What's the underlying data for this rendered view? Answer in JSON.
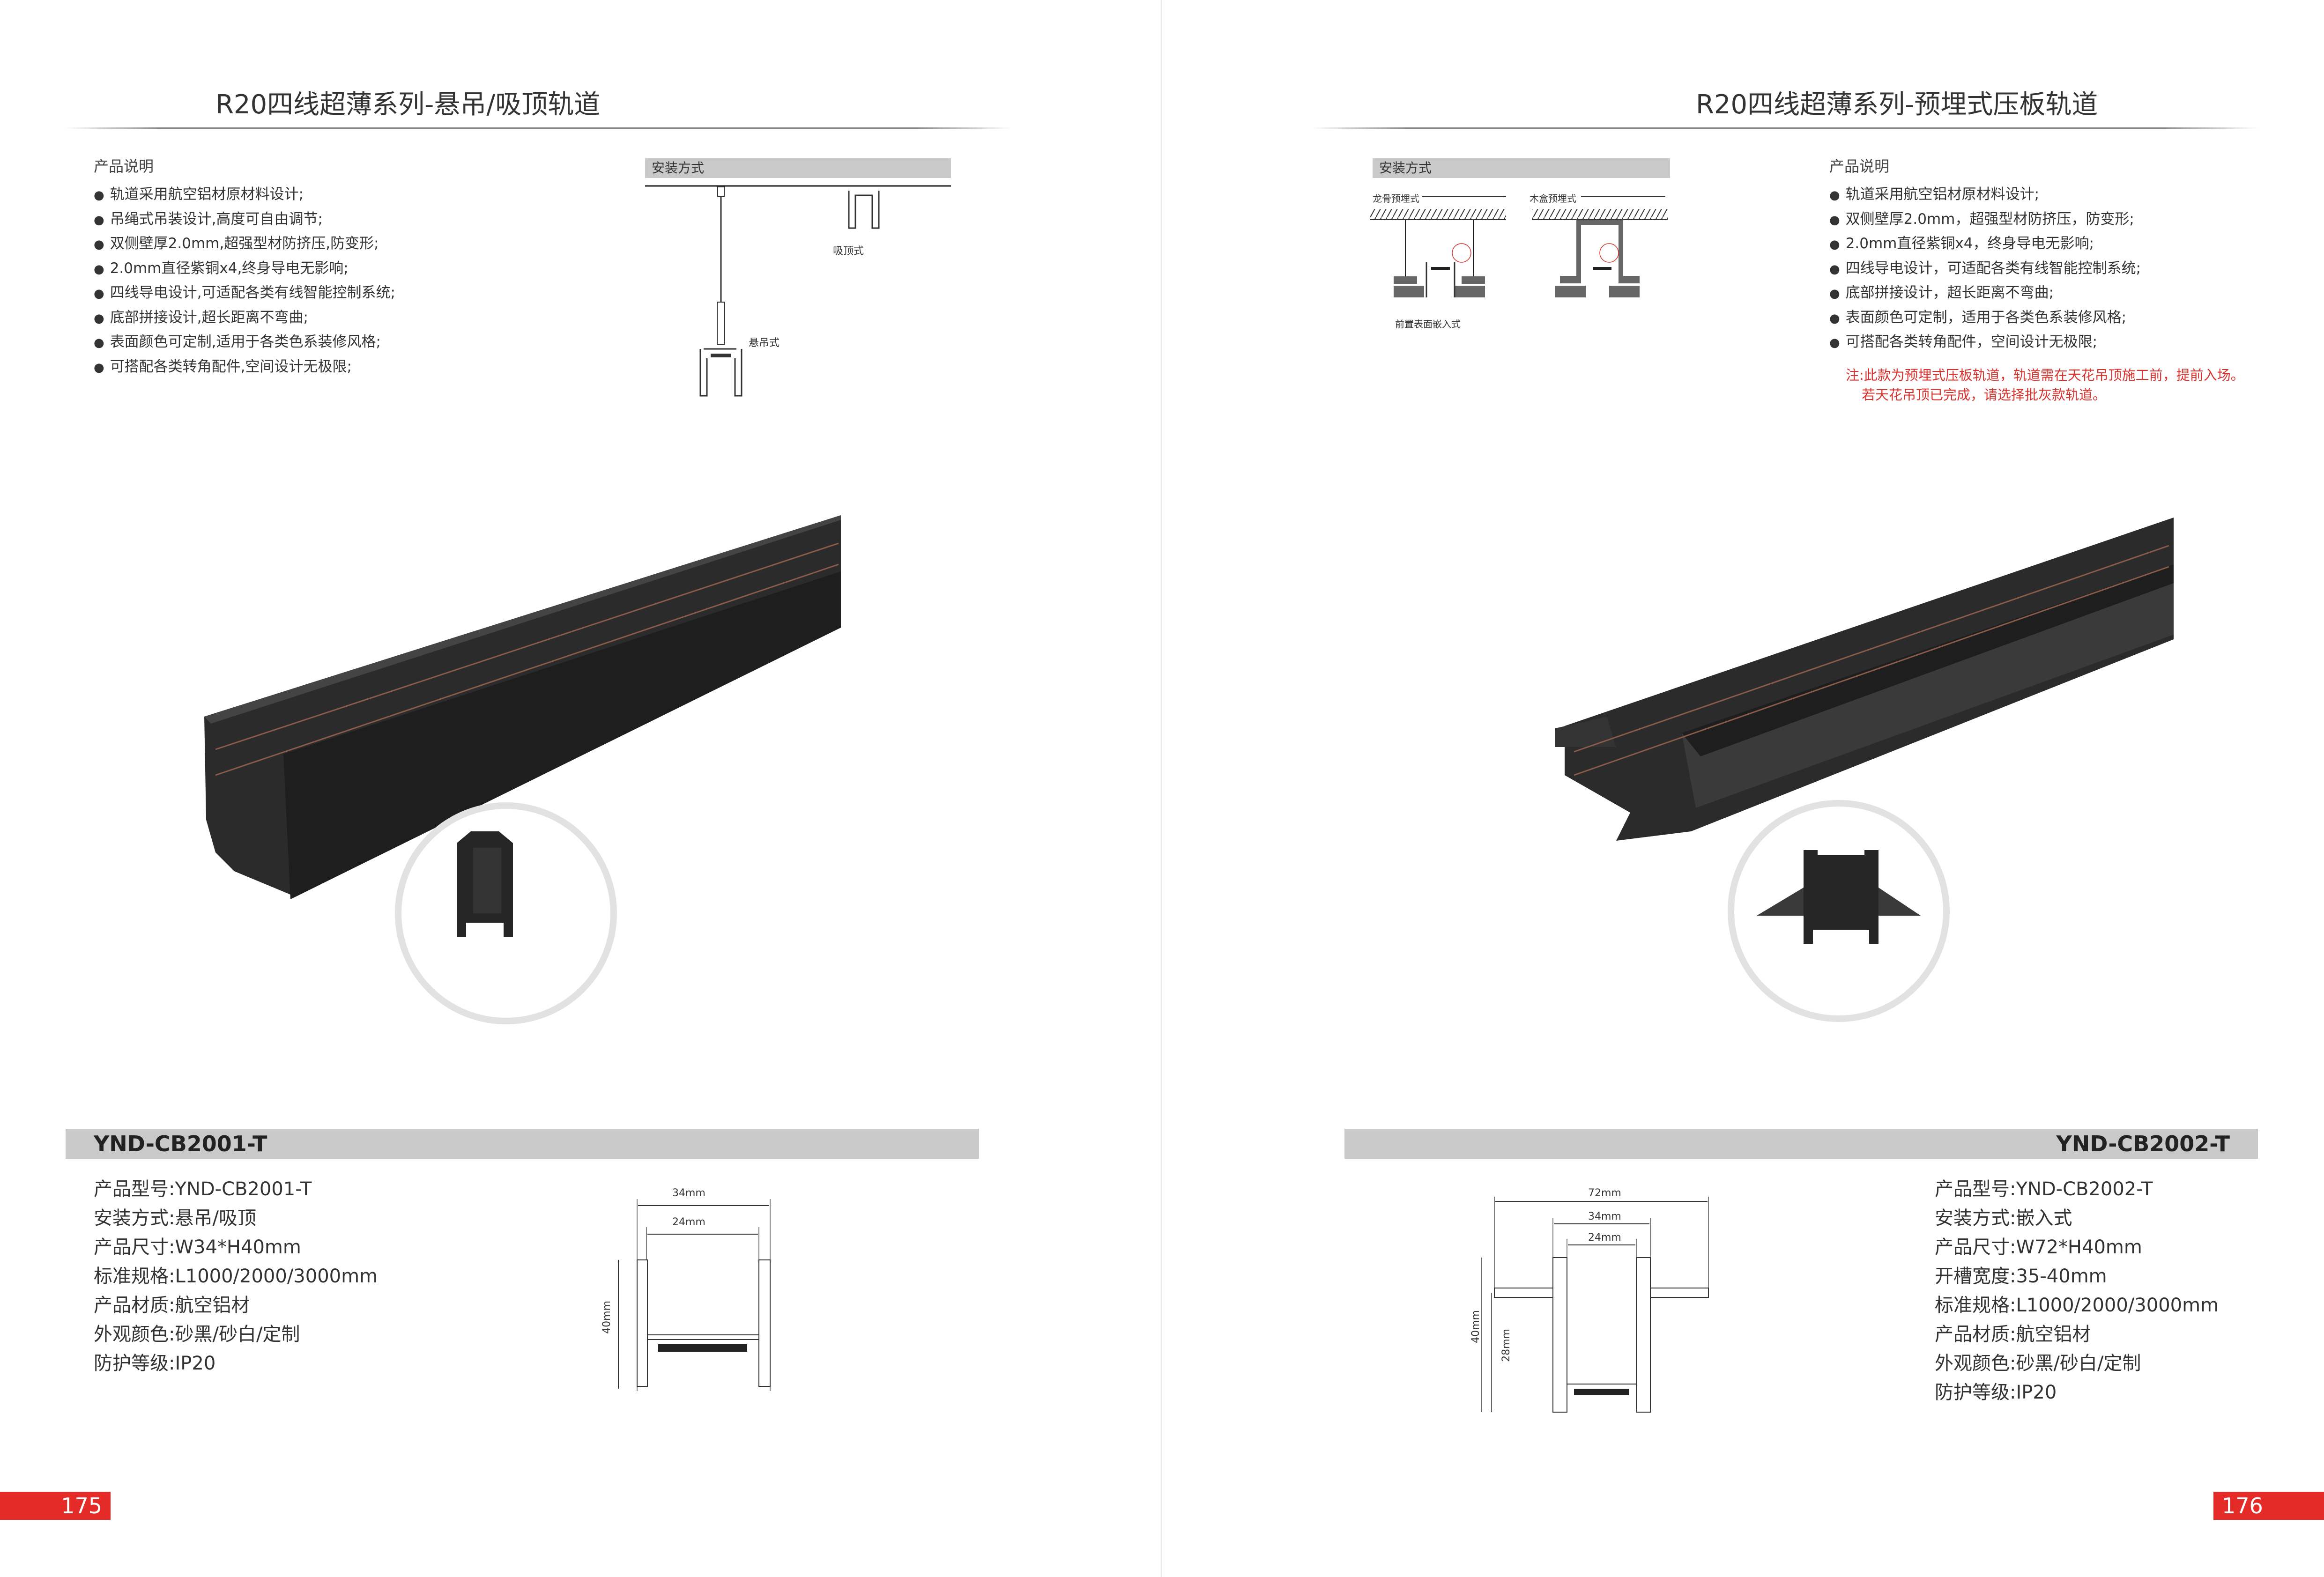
{
  "left": {
    "title": "R20四线超薄系列-悬吊/吸顶轨道",
    "desc_heading": "产品说明",
    "desc_items": [
      "轨道采用航空铝材原材料设计;",
      "吊绳式吊装设计,高度可自由调节;",
      "双侧壁厚2.0mm,超强型材防挤压,防变形;",
      "2.0mm直径紫铜x4,终身导电无影响;",
      "四线导电设计,可适配各类有线智能控制系统;",
      "底部拼接设计,超长距离不弯曲;",
      "表面颜色可定制,适用于各类色系装修风格;",
      "可搭配各类转角配件,空间设计无极限;"
    ],
    "install_heading": "安装方式",
    "install_labels": [
      "吸顶式",
      "悬吊式"
    ],
    "model": "YND-CB2001-T",
    "specs": [
      "产品型号:YND-CB2001-T",
      "安装方式:悬吊/吸顶",
      "产品尺寸:W34*H40mm",
      "标准规格:L1000/2000/3000mm",
      "产品材质:航空铝材",
      "外观颜色:砂黑/砂白/定制",
      "防护等级:IP20"
    ],
    "dims": [
      "34mm",
      "24mm",
      "40mm"
    ],
    "page_number": "175"
  },
  "right": {
    "title": "R20四线超薄系列-预埋式压板轨道",
    "desc_heading": "产品说明",
    "desc_items": [
      "轨道采用航空铝材原材料设计;",
      "双侧壁厚2.0mm，超强型材防挤压，防变形;",
      "2.0mm直径紫铜x4，终身导电无影响;",
      "四线导电设计，可适配各类有线智能控制系统;",
      "底部拼接设计，超长距离不弯曲;",
      "表面颜色可定制，适用于各类色系装修风格;",
      "可搭配各类转角配件，空间设计无极限;"
    ],
    "note_lines": [
      "注:此款为预埋式压板轨道，轨道需在天花吊顶施工前，提前入场。",
      "若天花吊顶已完成，请选择批灰款轨道。"
    ],
    "install_heading": "安装方式",
    "install_labels": [
      "龙骨预埋式",
      "木盒预埋式",
      "前置表面嵌入式"
    ],
    "model": "YND-CB2002-T",
    "specs": [
      "产品型号:YND-CB2002-T",
      "安装方式:嵌入式",
      "产品尺寸:W72*H40mm",
      "开槽宽度:35-40mm",
      "标准规格:L1000/2000/3000mm",
      "产品材质:航空铝材",
      "外观颜色:砂黑/砂白/定制",
      "防护等级:IP20"
    ],
    "dims": [
      "72mm",
      "34mm",
      "24mm",
      "40mm",
      "28mm"
    ],
    "page_number": "176"
  },
  "colors": {
    "accent": "#e52b27",
    "note": "#d6322e",
    "bar": "#c9c9c9"
  }
}
